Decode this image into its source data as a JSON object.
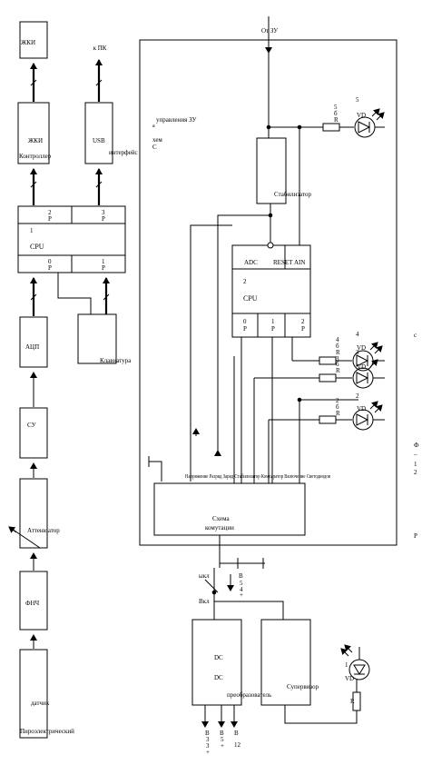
{
  "colors": {
    "line": "#000000",
    "box_fill": "#ffffff",
    "background": "#ffffff"
  },
  "left_chain": {
    "lcd": "ЖКИ",
    "lcd_controller": [
      "ЖКИ",
      "Контроллер"
    ],
    "to_pc": "к ПК",
    "usb": [
      "USB",
      "интерфейс"
    ],
    "cpu_left": {
      "number": "1",
      "label": "CPU",
      "p2": [
        "2",
        "P"
      ],
      "p3": [
        "3",
        "P"
      ],
      "p0": [
        "0",
        "P"
      ],
      "p1": [
        "1",
        "P"
      ]
    },
    "keyboard": "Клавиатура",
    "adc": "АЦП",
    "su": "СУ",
    "attenuator": "Аттенюатор",
    "fnch": "ФНЧ",
    "sensor": [
      "датчик",
      "Пироэлектрический"
    ]
  },
  "control_block": {
    "from_charger": "От ЗУ",
    "title": [
      "управления ЗУ",
      "а",
      "хем",
      "С"
    ],
    "stabilizer": "Стабилизатор",
    "cpu_right": {
      "adc": "ADC",
      "reset": "RESET",
      "ain": "AIN",
      "number": "2",
      "label": "CPU",
      "p0": [
        "0",
        "P"
      ],
      "p1": [
        "1",
        "P"
      ],
      "p2": [
        "2",
        "P"
      ]
    },
    "switch_labels": "Напряжение Разряд Заряд Стабилизатор Компаратор Включение Светодиодов",
    "switching_circuit": [
      "Схема",
      "комутации"
    ]
  },
  "indicators": [
    {
      "vd": "VD",
      "num": "5",
      "r": [
        "5",
        "R",
        "б"
      ]
    },
    {
      "vd": "VD",
      "num": "4",
      "r": [
        "4",
        "R",
        "б"
      ]
    },
    {
      "vd": "VD",
      "num": "3",
      "r": [
        "3",
        "R",
        "б"
      ]
    },
    {
      "vd": "VD",
      "num": "2",
      "r": [
        "2",
        "R",
        "б"
      ]
    },
    {
      "vd": "VD",
      "num": "1",
      "r": [
        "",
        "R",
        ""
      ]
    }
  ],
  "power": {
    "switch": "Вкл",
    "switch_small": "ыкл",
    "battery": [
      "В",
      "5",
      "4",
      "+"
    ],
    "dc": [
      "DC",
      "DC",
      "преобразователь"
    ],
    "supervisor": "Супервизор",
    "outputs": [
      [
        "В",
        "3",
        "3",
        "+"
      ],
      [
        "В",
        "5",
        "+"
      ],
      [
        "В",
        "12"
      ]
    ]
  },
  "margin_fragments": [
    "с",
    "Ф",
    "–",
    "1",
    "2",
    "Р"
  ]
}
